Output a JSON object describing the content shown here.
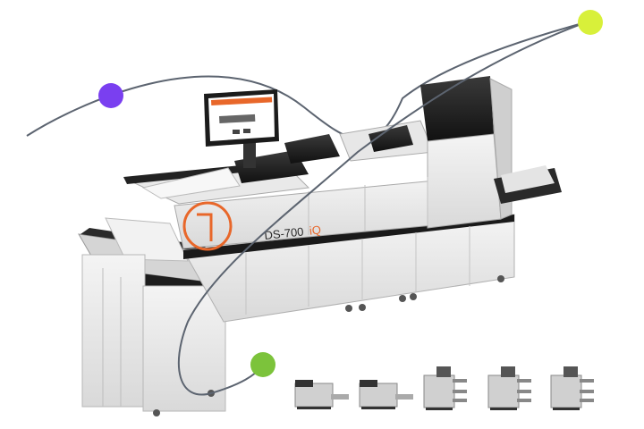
{
  "product": {
    "model_name": "DS-700",
    "model_suffix": "iQ",
    "accent_color": "#e8672a"
  },
  "decor": {
    "dot_colors": [
      "#7a3ff0",
      "#d8f03a",
      "#7cc33b"
    ],
    "curve_color": "#5c6470"
  },
  "module_variants": [
    {
      "name": "variant-1-flat-feeder"
    },
    {
      "name": "variant-2-flat-feeder"
    },
    {
      "name": "variant-3-tower-feeder"
    },
    {
      "name": "variant-4-tower-feeder"
    },
    {
      "name": "variant-5-tower-feeder"
    }
  ]
}
